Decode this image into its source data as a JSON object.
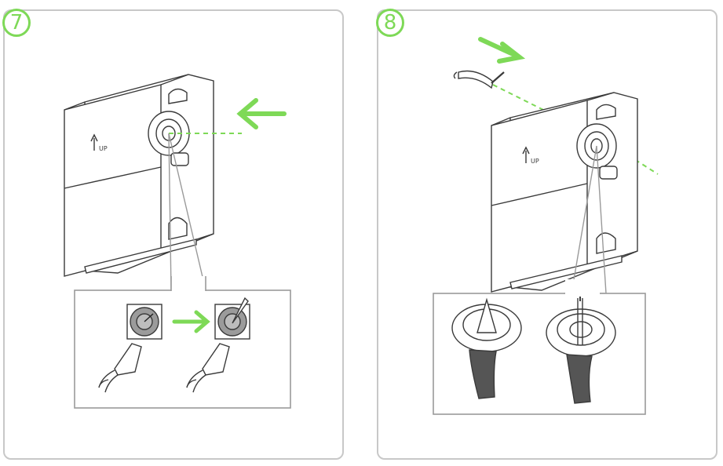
{
  "steps": [
    {
      "number": "7",
      "mark": "UP"
    },
    {
      "number": "8",
      "mark": "UP"
    }
  ],
  "colors": {
    "accent": "#7ed957",
    "line": "#3a3a3a",
    "frame": "#c8c8c8",
    "fill": "#ffffff"
  }
}
